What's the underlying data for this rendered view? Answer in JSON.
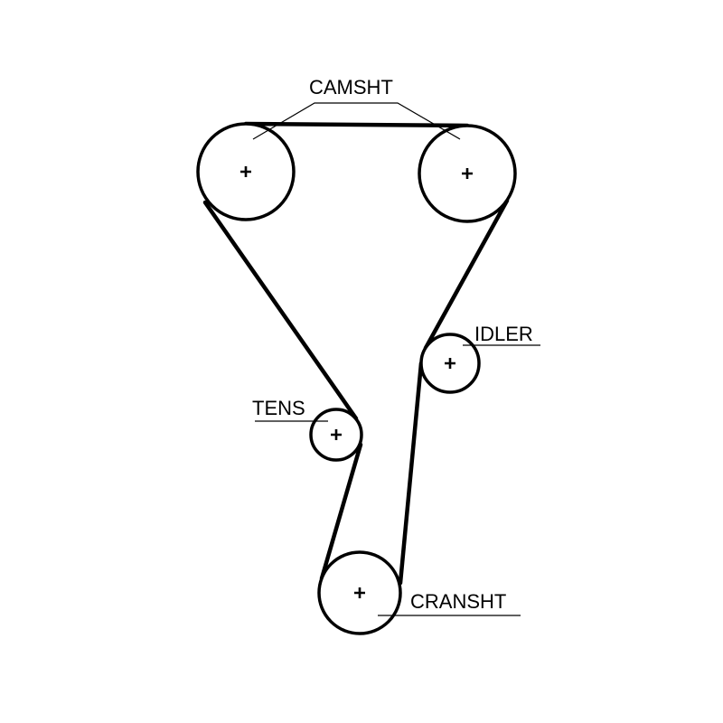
{
  "labels": {
    "camshaft": "CAMSHT",
    "idler": "IDLER",
    "tensioner": "TENS",
    "crankshaft": "CRANSHT"
  },
  "colors": {
    "ink": "#000000",
    "background": "#ffffff"
  }
}
